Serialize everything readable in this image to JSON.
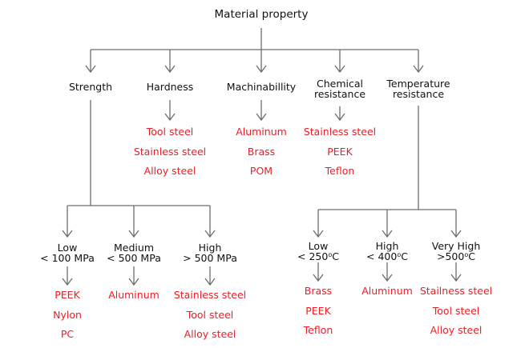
{
  "diagram": {
    "title": "Material property",
    "colors": {
      "line": "#6d6d6d",
      "label": "#111111",
      "item": "#ee1c25"
    },
    "categories": [
      {
        "id": "strength",
        "label": [
          "Strength"
        ],
        "items": [],
        "children": [
          {
            "id": "strength-low",
            "label": [
              "Low",
              "< 100 MPa"
            ],
            "items": [
              "PEEK",
              "Nylon",
              "PC"
            ]
          },
          {
            "id": "strength-medium",
            "label": [
              "Medium",
              "< 500 MPa"
            ],
            "items": [
              "Aluminum"
            ]
          },
          {
            "id": "strength-high",
            "label": [
              "High",
              "> 500 MPa"
            ],
            "items": [
              "Stainless steel",
              "Tool steel",
              "Alloy steel"
            ]
          }
        ]
      },
      {
        "id": "hardness",
        "label": [
          "Hardness"
        ],
        "items": [
          "Tool steel",
          "Stainless steel",
          "Alloy steel"
        ]
      },
      {
        "id": "machinability",
        "label": [
          "Machinabillity"
        ],
        "items": [
          "Aluminum",
          "Brass",
          "POM"
        ]
      },
      {
        "id": "chemical-resistance",
        "label": [
          "Chemical",
          "resistance"
        ],
        "items": [
          "Stainless steel",
          "PEEK",
          "Teflon"
        ]
      },
      {
        "id": "temperature-resistance",
        "label": [
          "Temperature",
          "resistance"
        ],
        "items": [],
        "children": [
          {
            "id": "temp-low",
            "label": [
              "Low",
              "< 250ºC"
            ],
            "items": [
              "Brass",
              "PEEK",
              "Teflon"
            ]
          },
          {
            "id": "temp-high",
            "label": [
              "High",
              "< 400ºC"
            ],
            "items": [
              "Aluminum"
            ]
          },
          {
            "id": "temp-very-high",
            "label": [
              "Very High",
              ">500ºC"
            ],
            "items": [
              "Stailness steel",
              "Tool steel",
              "Alloy steel"
            ]
          }
        ]
      }
    ]
  }
}
